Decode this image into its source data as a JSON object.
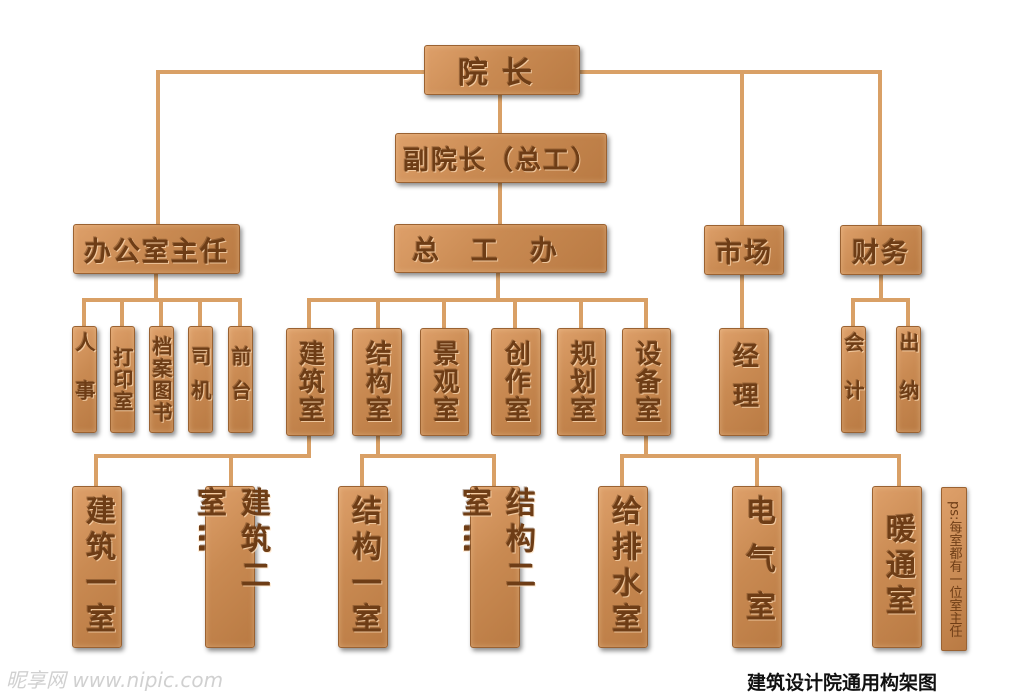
{
  "nodes": {
    "director": "院长",
    "deputy": "副院长（总工）",
    "office_director": "办公室主任",
    "chief_engineer_office": "总工办",
    "market": "市场",
    "finance": "财务",
    "office_children": [
      "人事",
      "打印室",
      "档案图书",
      "司机",
      "前台"
    ],
    "studios": [
      "建筑室",
      "结构室",
      "景观室",
      "创作室",
      "规划室",
      "设备室"
    ],
    "market_children": [
      "经理"
    ],
    "finance_children": [
      "会计",
      "出纳"
    ],
    "sub_units": [
      "建筑一室",
      "建筑二室…",
      "结构一室",
      "结构二室…",
      "给排水室",
      "电气室",
      "暖通室"
    ]
  },
  "note": "ps:每室都有一位室主任",
  "caption": "建筑设计院通用构架图",
  "watermark": "昵享网 www.nipic.com",
  "colors": {
    "wood": "#c98a52",
    "line": "#d9a066",
    "text": "#6e3d16"
  }
}
